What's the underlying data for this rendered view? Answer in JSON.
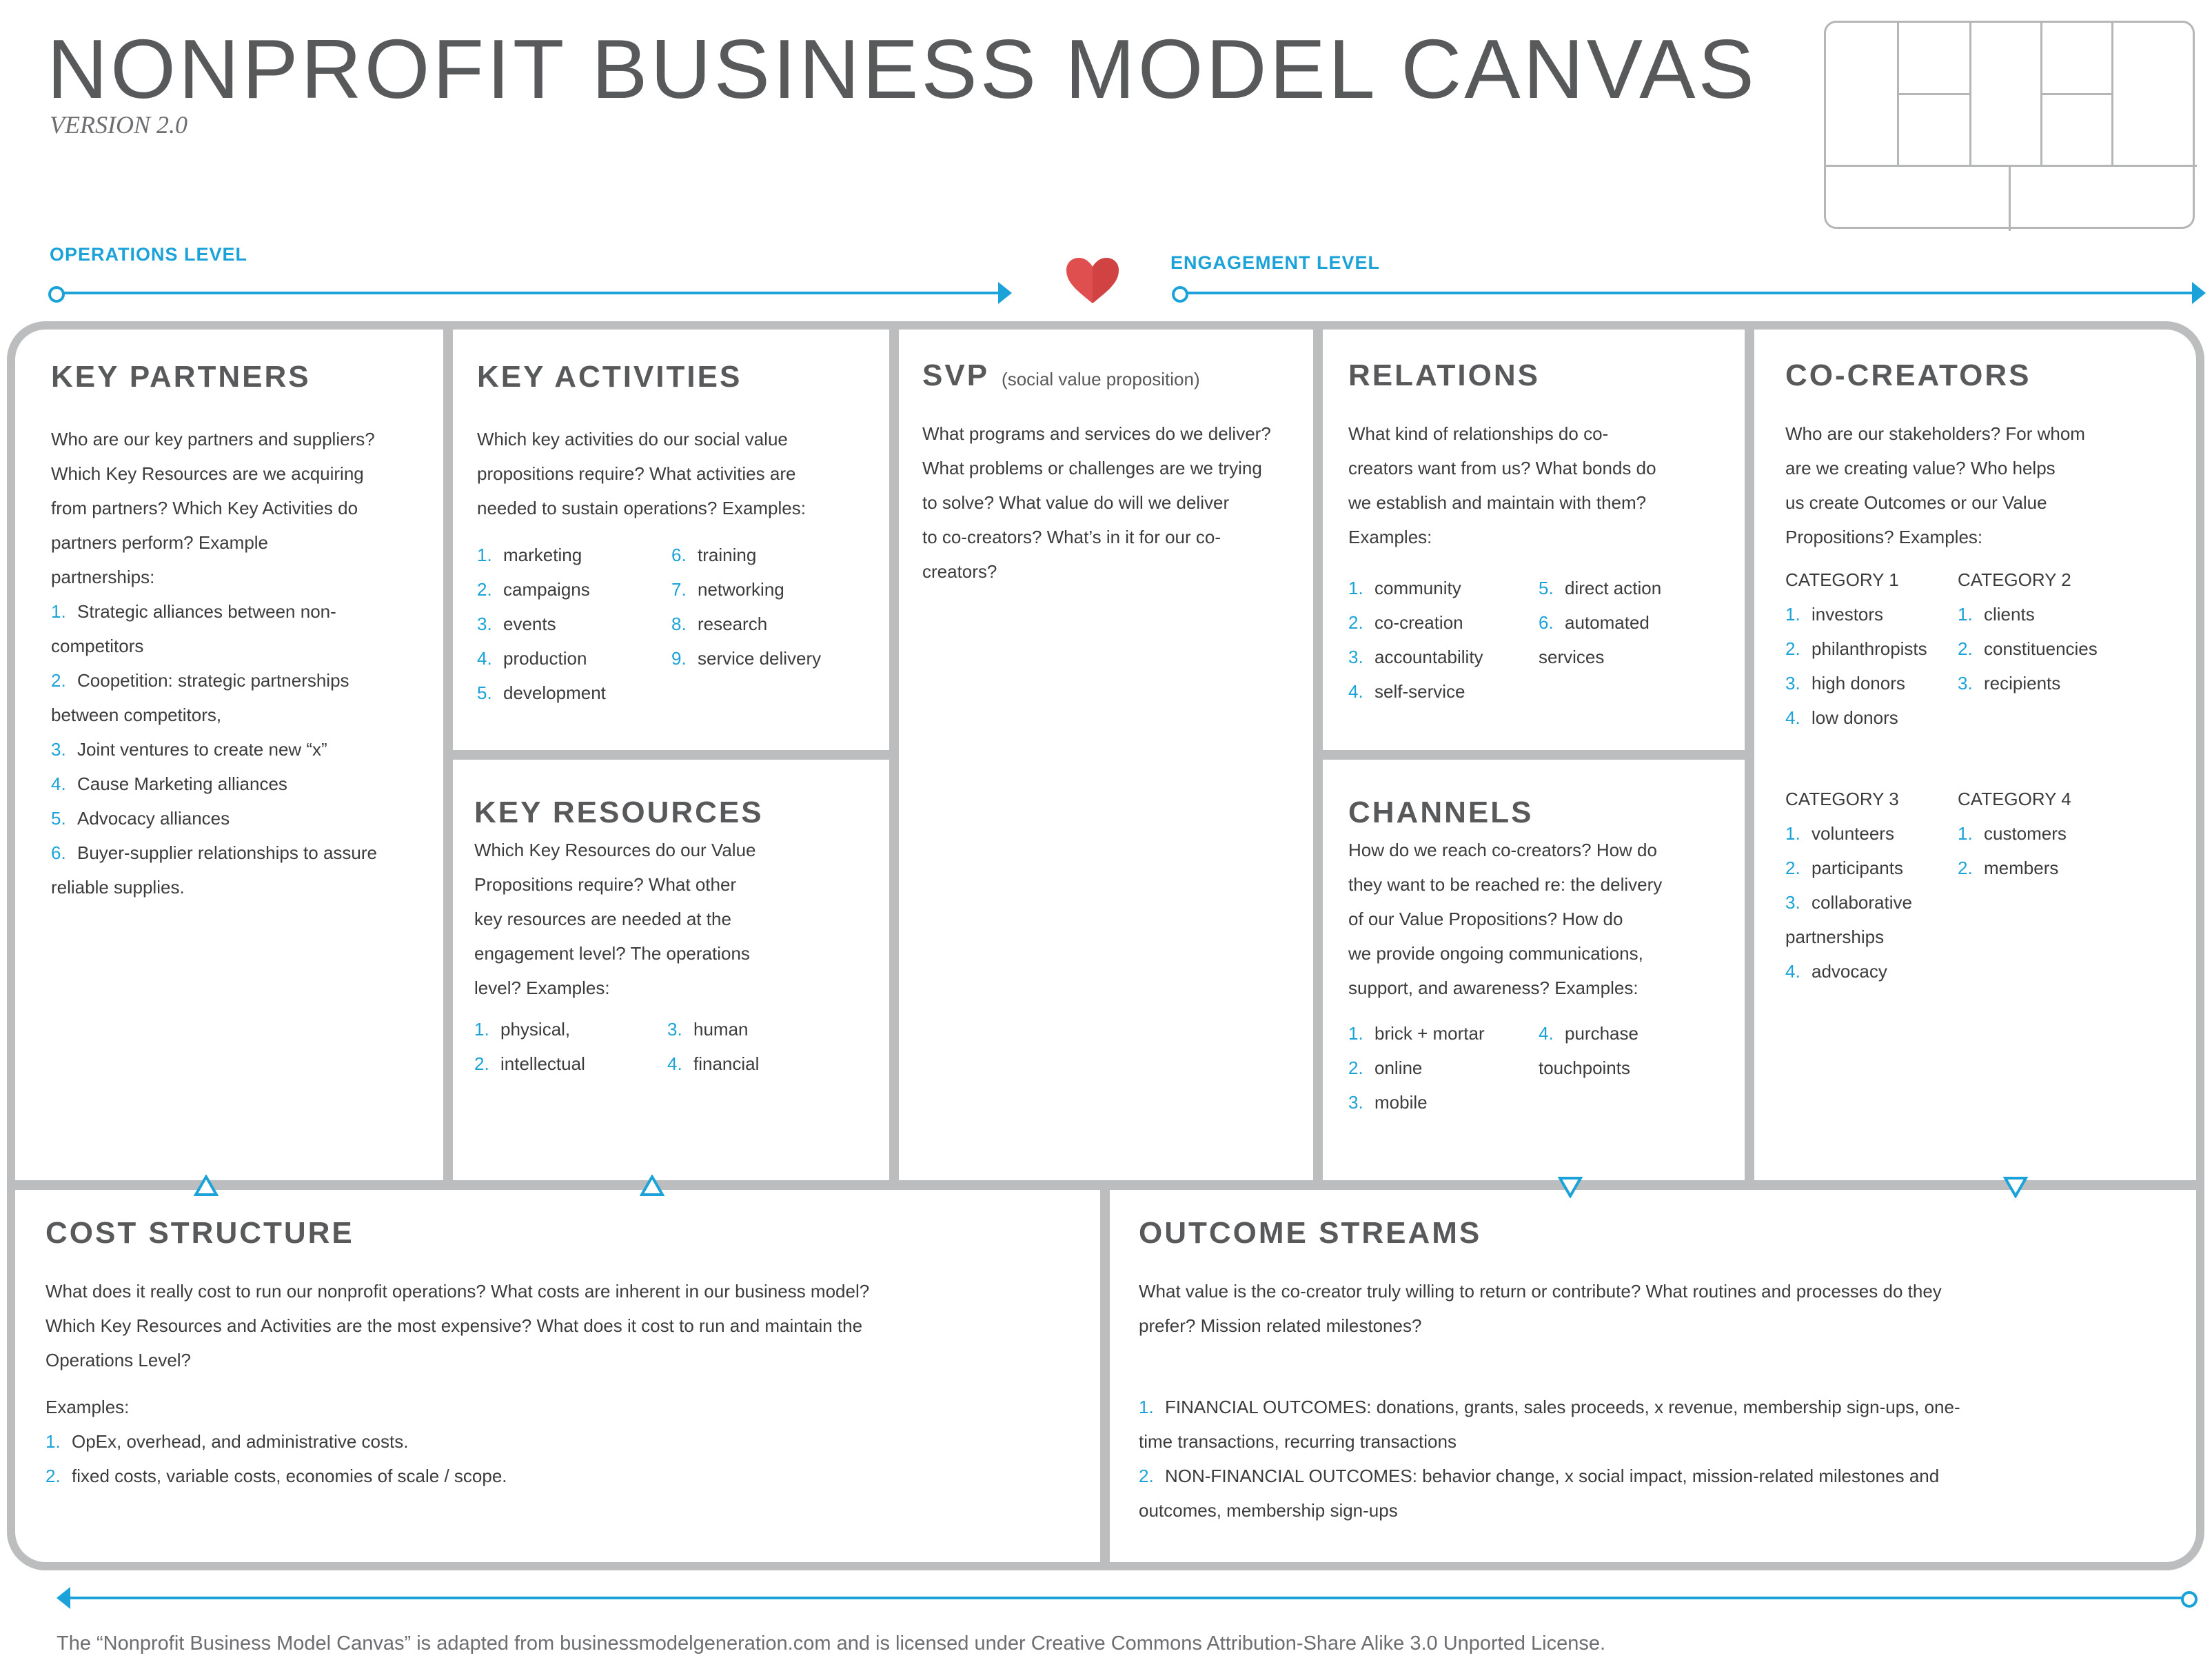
{
  "header": {
    "title": "NONPROFIT BUSINESS MODEL CANVAS",
    "version": "VERSION 2.0"
  },
  "levels": {
    "operations": "OPERATIONS LEVEL",
    "engagement": "ENGAGEMENT LEVEL"
  },
  "colors": {
    "accent": "#1ba3d9",
    "border": "#bcbdbf",
    "heart": "#e04f4f"
  },
  "key_partners": {
    "title": "KEY PARTNERS",
    "lines": [
      "Who are our key partners and suppliers?",
      "Which Key Resources are we acquiring",
      "from partners? Which Key Activities do",
      "partners perform? Example",
      "partnerships:"
    ],
    "items": [
      {
        "n": "1.",
        "t": "Strategic alliances between non-",
        "c": "competitors"
      },
      {
        "n": "2.",
        "t": "Coopetition: strategic partnerships",
        "c": "between competitors,"
      },
      {
        "n": "3.",
        "t": "Joint ventures to create new “x”"
      },
      {
        "n": "4.",
        "t": "Cause Marketing alliances"
      },
      {
        "n": "5.",
        "t": "Advocacy alliances"
      },
      {
        "n": "6.",
        "t": "Buyer-supplier relationships to assure",
        "c": "reliable supplies."
      }
    ]
  },
  "key_activities": {
    "title": "KEY ACTIVITIES",
    "lines": [
      "Which key activities do our social value",
      "propositions require? What activities are",
      "needed to sustain operations? Examples:"
    ],
    "col1": [
      {
        "n": "1.",
        "t": "marketing"
      },
      {
        "n": "2.",
        "t": "campaigns"
      },
      {
        "n": "3.",
        "t": "events"
      },
      {
        "n": "4.",
        "t": "production"
      },
      {
        "n": "5.",
        "t": "development"
      }
    ],
    "col2": [
      {
        "n": "6.",
        "t": "training"
      },
      {
        "n": "7.",
        "t": "networking"
      },
      {
        "n": "8.",
        "t": "research"
      },
      {
        "n": "9.",
        "t": "service delivery"
      }
    ]
  },
  "key_resources": {
    "title": "KEY RESOURCES",
    "lines": [
      "Which Key Resources do our Value",
      "Propositions require? What other",
      "key resources are needed at the",
      "engagement level? The operations",
      "level? Examples:"
    ],
    "col1": [
      {
        "n": "1.",
        "t": "physical,"
      },
      {
        "n": "2.",
        "t": "intellectual"
      }
    ],
    "col2": [
      {
        "n": "3.",
        "t": "human"
      },
      {
        "n": "4.",
        "t": "financial"
      }
    ]
  },
  "svp": {
    "title": "SVP",
    "subtitle": "(social value proposition)",
    "lines": [
      "What programs and services do we deliver?",
      "What problems or challenges are we trying",
      "to solve? What value do will we deliver",
      "to co-creators? What’s in it for our co-",
      "creators?"
    ]
  },
  "relations": {
    "title": "RELATIONS",
    "lines": [
      "What kind of relationships do co-",
      "creators want from us? What bonds do",
      "we establish and maintain with them?",
      "Examples:"
    ],
    "col1": [
      {
        "n": "1.",
        "t": "community"
      },
      {
        "n": "2.",
        "t": "co-creation"
      },
      {
        "n": "3.",
        "t": "accountability"
      },
      {
        "n": "4.",
        "t": "self-service"
      }
    ],
    "col2": [
      {
        "n": "5.",
        "t": "direct action"
      },
      {
        "n": "6.",
        "t": "automated"
      },
      {
        "n": "",
        "t": "services"
      }
    ]
  },
  "channels": {
    "title": "CHANNELS",
    "lines": [
      "How do we reach co-creators?  How do",
      "they want to be reached re: the delivery",
      "of our Value Propositions? How do",
      "we provide ongoing communications,",
      "support, and awareness? Examples:"
    ],
    "col1": [
      {
        "n": "1.",
        "t": "brick + mortar"
      },
      {
        "n": "2.",
        "t": "online"
      },
      {
        "n": "3.",
        "t": "mobile"
      }
    ],
    "col2": [
      {
        "n": "4.",
        "t": "purchase"
      },
      {
        "n": "",
        "t": "touchpoints"
      }
    ]
  },
  "co_creators": {
    "title": "CO-CREATORS",
    "lines": [
      "Who are our stakeholders? For whom",
      "are we creating value? Who helps",
      "us create Outcomes or our Value",
      "Propositions? Examples:"
    ],
    "cat1": {
      "label": "CATEGORY 1",
      "items": [
        {
          "n": "1.",
          "t": "investors"
        },
        {
          "n": "2.",
          "t": "philanthropists"
        },
        {
          "n": "3.",
          "t": "high donors"
        },
        {
          "n": "4.",
          "t": "low donors"
        }
      ]
    },
    "cat2": {
      "label": "CATEGORY 2",
      "items": [
        {
          "n": "1.",
          "t": "clients"
        },
        {
          "n": "2.",
          "t": "constituencies"
        },
        {
          "n": "3.",
          "t": "recipients"
        }
      ]
    },
    "cat3": {
      "label": "CATEGORY 3",
      "items": [
        {
          "n": "1.",
          "t": "volunteers"
        },
        {
          "n": "2.",
          "t": "participants"
        },
        {
          "n": "3.",
          "t": "collaborative"
        },
        {
          "n": "",
          "t": "partnerships"
        },
        {
          "n": "4.",
          "t": "advocacy"
        }
      ]
    },
    "cat4": {
      "label": "CATEGORY 4",
      "items": [
        {
          "n": "1.",
          "t": "customers"
        },
        {
          "n": "2.",
          "t": "members"
        }
      ]
    }
  },
  "cost_structure": {
    "title": "COST STRUCTURE",
    "lines": [
      "What does it really cost to run our nonprofit operations? What costs are inherent in our business model?",
      "Which Key Resources and Activities are the most expensive? What does it cost to run and maintain the",
      "Operations Level?"
    ],
    "examples_label": "Examples:",
    "items": [
      {
        "n": "1.",
        "t": "OpEx, overhead, and administrative costs."
      },
      {
        "n": "2.",
        "t": "fixed costs, variable costs, economies of scale / scope."
      }
    ]
  },
  "outcome_streams": {
    "title": "OUTCOME STREAMS",
    "lines": [
      "What value is the co-creator truly willing to return or contribute? What routines and processes do they",
      "prefer? Mission related milestones?"
    ],
    "items": [
      {
        "n": "1.",
        "t": "FINANCIAL OUTCOMES: donations, grants, sales proceeds, x revenue, membership sign-ups, one-",
        "c": "time transactions, recurring transactions"
      },
      {
        "n": "2.",
        "t": "NON-FINANCIAL OUTCOMES: behavior change, x social impact, mission-related milestones and",
        "c": "outcomes, membership sign-ups"
      }
    ]
  },
  "footer": "The “Nonprofit Business Model Canvas” is adapted from businessmodelgeneration.com and is licensed under Creative Commons Attribution-Share Alike 3.0 Unported License."
}
